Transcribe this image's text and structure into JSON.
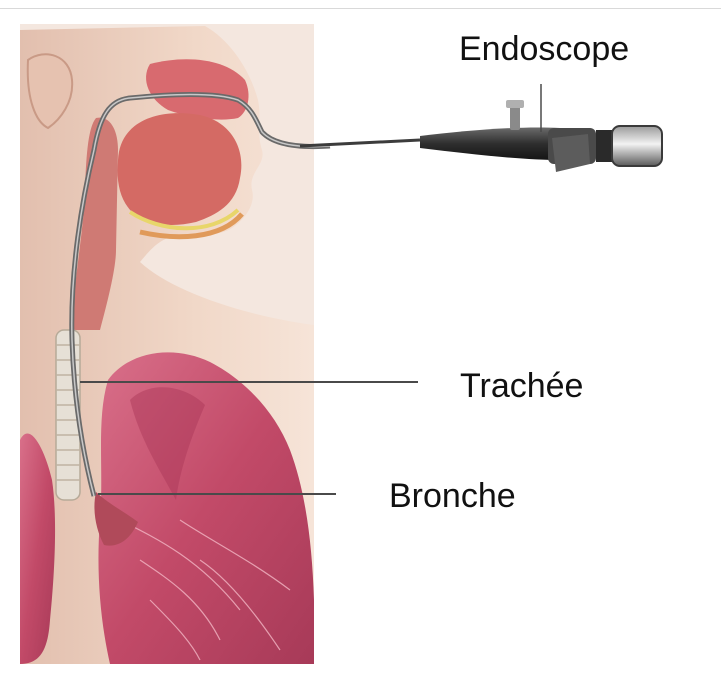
{
  "labels": {
    "endoscope": "Endoscope",
    "trachee": "Trachée",
    "bronche": "Bronche"
  },
  "colors": {
    "skin": "#efd3c2",
    "skin_shadow": "#d9b3a0",
    "lung": "#c24a68",
    "lung_dark": "#9c3050",
    "tissue": "#d96a6a",
    "scope_body": "#3a3a3a",
    "leader_line": "#4a4a4a"
  },
  "icons": {
    "anatomy": "anatomy-illustration",
    "endoscope": "endoscope-device"
  }
}
